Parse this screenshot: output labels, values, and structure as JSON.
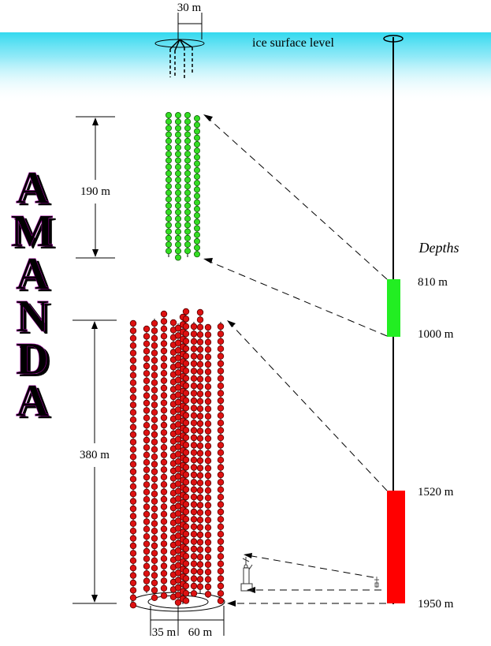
{
  "top_width_label": "30 m",
  "ice_surface_label": "ice surface level",
  "amanda_letters": [
    "A",
    "M",
    "A",
    "N",
    "D",
    "A"
  ],
  "depths_title": "Depths",
  "depth_labels": [
    "810 m",
    "1000 m",
    "1520 m",
    "1950 m"
  ],
  "upper_height_label": "190 m",
  "lower_height_label": "380 m",
  "bottom_width_labels": [
    "35 m",
    "60 m"
  ],
  "colors": {
    "ice_surface": "#33d9ef",
    "upper_modules": "#33dd22",
    "lower_modules": "#dd1111",
    "upper_depth_bar": "#22ee22",
    "lower_depth_bar": "#ff0000",
    "amanda_fill": "#ff00ff",
    "amanda_shadow": "#0000cc"
  }
}
